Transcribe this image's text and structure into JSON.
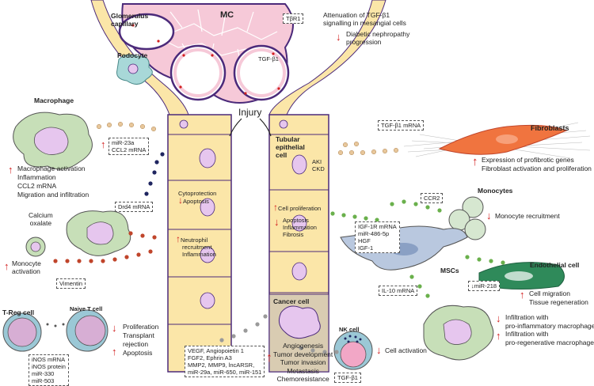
{
  "labels": {
    "glomerulus": "Glomerulus\ncapillary",
    "mc": "MC",
    "podocyte": "Podocyte",
    "tbr1": "TβR1",
    "tgfb1_glom": "TGF-β1",
    "attenuation": "Attenuation of TGF-β1\nsignalling in mesangial cells",
    "diabetic": "Diabetic nephropathy\nprogression",
    "injury": "Injury",
    "macrophage": "Macrophage",
    "mir23a_box": [
      "miR-23a",
      "CCL2 mRNA"
    ],
    "macrophage_effects": [
      "Macrophage activation",
      "Inflammation",
      "CCL2 mRNA",
      "Migration and infiltration"
    ],
    "drd4_box": "Drd4 mRNA",
    "calcium_oxalate": "Calcium\noxalate",
    "monocyte_activation": "Monocyte\nactivation",
    "vimentin_box": "Vimentin",
    "treg": "T-Reg cell",
    "naive_t": "Naive T cell",
    "inos_box": [
      "iNOS mRNA",
      "iNOS  protein",
      "miR-330",
      "miR-503"
    ],
    "tcell_effects": [
      "Proliferation",
      "Transplant",
      "rejection",
      "Apoptosis"
    ],
    "cytoprotection": [
      "Cytoprotection",
      "Apoptosis"
    ],
    "neutrophil": [
      "Neutrophil",
      "recruitment",
      "Inflammation"
    ],
    "tubular": "Tubular\nepithelial\ncell",
    "aki_ckd": [
      "AKI",
      "CKD"
    ],
    "cell_prolif": "Cell proliferation",
    "apop_list": [
      "Apoptosis",
      "Inflammation",
      "Fibrosis"
    ],
    "cancer_cell": "Cancer cell",
    "vegf_box": [
      "VEGF, Angiopoietin 1",
      "FGF2, Ephrin A3",
      "MMP2, MMP9, lncARSR,",
      "miR-29a, miR-650, miR-151"
    ],
    "cancer_effects": [
      "Angiogenesis",
      "Tumor development",
      "Tumor invasion",
      "Metastasis",
      "Chemoresistance"
    ],
    "nk_cell": "NK cell",
    "cell_activation": "Cell activation",
    "tgfb1_nk_box": "TGF-β1",
    "tgfb1_mrna_box": "TGF-β1 mRNA",
    "fibroblasts": "Fibroblasts",
    "fibro_effects": [
      "Expression of profibrotic genes",
      "Fibroblast activation and proliferation"
    ],
    "monocytes": "Monocytes",
    "ccr2_box": "CCR2",
    "monocyte_recruitment": "Monocyte recruitment",
    "igf_box": [
      "IGF-1R mRNA",
      "miR-486-5p",
      "HGF",
      "IGF-1"
    ],
    "mscs": "MSCs",
    "il10_box": "IL-10 mRNA",
    "mir218_box": "↓miR-218",
    "endothelial": "Endothelial cell",
    "endo_effects": [
      "Cell migration",
      "Tissue regeneration"
    ],
    "infiltration": [
      "Infiltration with",
      "pro-inflammatory macrophages",
      "Infiltration with",
      "pro-regenerative macrophages"
    ]
  },
  "colors": {
    "outline": "#4b2a7a",
    "tubule_fill": "#fbe6a8",
    "tubule_fill_light": "#fdf0c6",
    "nucleus": "#e6c6ee",
    "red_arrow": "#d21f1f",
    "macrophage": "#c7dfb8",
    "fibroblast": "#f0743f",
    "msc": "#b9c8df",
    "endothelial": "#2f8a5a",
    "dots_tan": "#e8c79b",
    "dots_navy": "#1f2560",
    "dots_red": "#c0452b",
    "dots_green": "#6ab04c",
    "dots_grey": "#9a9a9a",
    "glomerulus_cells": "#f6c9d8"
  }
}
